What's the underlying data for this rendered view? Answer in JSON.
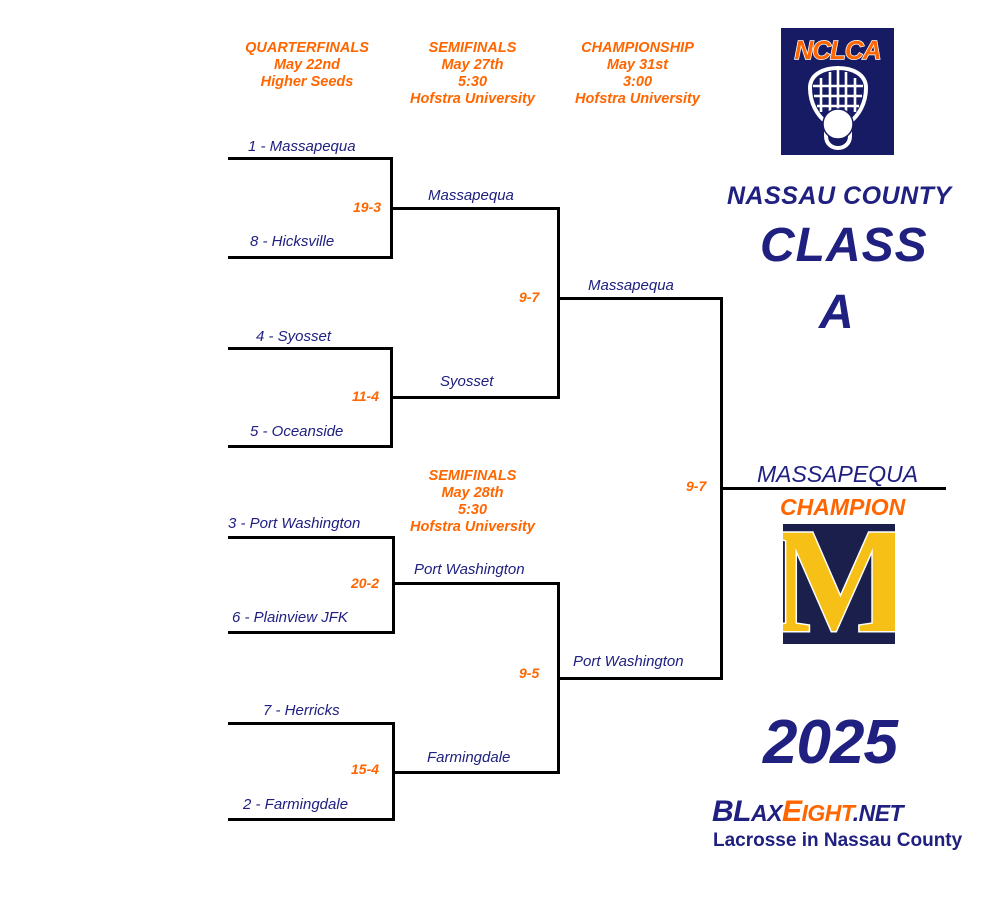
{
  "round_headers": [
    {
      "name": "quarterfinals",
      "lines": [
        "QUARTERFINALS",
        "May 22nd",
        "Higher Seeds"
      ]
    },
    {
      "name": "semifinals-upper",
      "lines": [
        "SEMIFINALS",
        "May 27th",
        "5:30",
        "Hofstra University"
      ]
    },
    {
      "name": "championship",
      "lines": [
        "CHAMPIONSHIP",
        "May 31st",
        "3:00",
        "Hofstra University"
      ]
    },
    {
      "name": "semifinals-lower",
      "lines": [
        "SEMIFINALS",
        "May 28th",
        "5:30",
        "Hofstra University"
      ]
    }
  ],
  "quarterfinals": [
    {
      "top_team": "1 - Massapequa",
      "bottom_team": "8 - Hicksville",
      "score": "19-3"
    },
    {
      "top_team": "4 - Syosset",
      "bottom_team": "5 - Oceanside",
      "score": "11-4"
    },
    {
      "top_team": "3 - Port Washington",
      "bottom_team": "6 - Plainview JFK",
      "score": "20-2"
    },
    {
      "top_team": "7 - Herricks",
      "bottom_team": "2 - Farmingdale",
      "score": "15-4"
    }
  ],
  "semifinals": [
    {
      "top_team": "Massapequa",
      "bottom_team": "Syosset",
      "score": "9-7"
    },
    {
      "top_team": "Port Washington",
      "bottom_team": "Farmingdale",
      "score": "9-5"
    }
  ],
  "championship": {
    "top_team": "Massapequa",
    "bottom_team": "Port Washington",
    "score": "9-7"
  },
  "champion": {
    "name": "MASSAPEQUA",
    "label": "CHAMPION"
  },
  "title": {
    "line1": "NASSAU COUNTY",
    "line2": "CLASS",
    "line3": "A"
  },
  "nclca_logo": {
    "wordmark": "NCLCA",
    "icon": "lacrosse-stick-head-with-ball"
  },
  "team_logo": {
    "letter": "M",
    "alt": "Massapequa M logo"
  },
  "year": "2025",
  "branding": {
    "part1": "BL",
    "part2": "AX",
    "part3": "E",
    "part4": "IGHT",
    "part5": ".NET",
    "tagline": "Lacrosse in Nassau County"
  },
  "colors": {
    "orange": "#FF6600",
    "navy": "#1F2080",
    "logo_navy": "#161B64",
    "gold": "#F6C016",
    "line": "#000000",
    "background": "#FFFFFF"
  }
}
